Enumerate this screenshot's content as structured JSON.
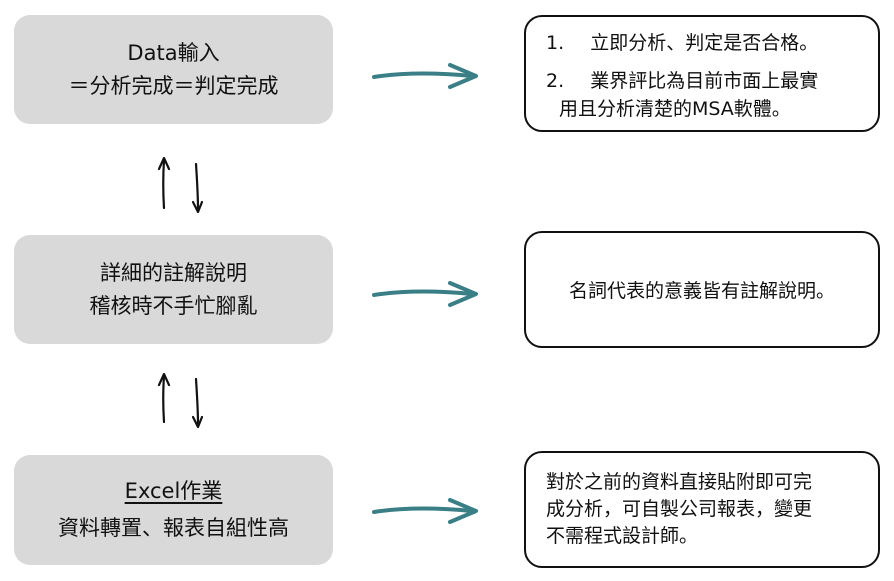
{
  "left_boxes": [
    {
      "lines": [
        "Data輸入",
        "＝分析完成＝判定完成"
      ]
    },
    {
      "lines": [
        "詳細的註解說明",
        "稽核時不手忙腳亂"
      ]
    },
    {
      "lines": [
        "Excel作業",
        "資料轉置、報表自組性高"
      ]
    }
  ],
  "right_boxes": [
    {
      "items": [
        {
          "num": "1.",
          "text": "立即分析、判定是否合格。"
        },
        {
          "num": "2.",
          "text": "業界評比為目前市面上最實",
          "cont": "用且分析清楚的MSA軟體。"
        }
      ]
    },
    {
      "text": "名詞代表的意義皆有註解說明。"
    },
    {
      "lines": [
        "對於之前的資料直接貼附即可完",
        "成分析，可自製公司報表，變更",
        "不需程式設計師。"
      ]
    }
  ],
  "colors": {
    "box_fill": "#d9d9d9",
    "arrow": "#3a7f86",
    "border": "#111111"
  },
  "icons": {
    "right_arrow": "teal-right-arrow-icon",
    "up_arrow": "up-arrow-icon",
    "down_arrow": "down-arrow-icon"
  }
}
